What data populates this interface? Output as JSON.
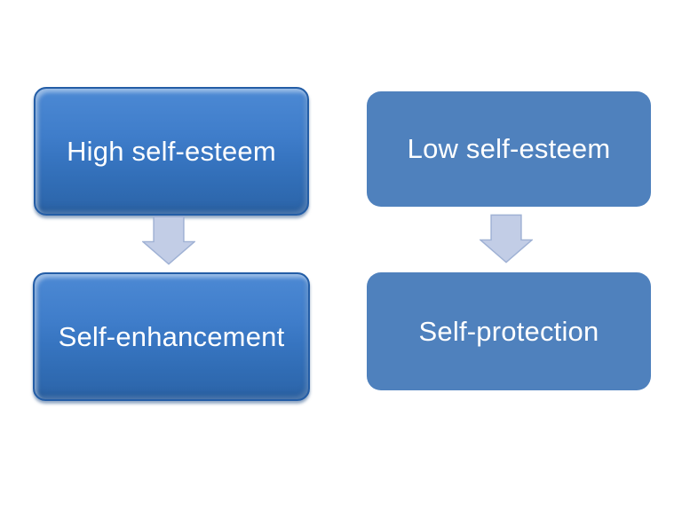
{
  "diagram": {
    "type": "flow",
    "columns": [
      {
        "name": "high-self-esteem-path",
        "top": {
          "label": "High self-esteem",
          "style": "glossy"
        },
        "arrow": {
          "direction": "down"
        },
        "bottom": {
          "label": "Self-enhancement",
          "style": "glossy"
        }
      },
      {
        "name": "low-self-esteem-path",
        "top": {
          "label": "Low self-esteem",
          "style": "flat"
        },
        "arrow": {
          "direction": "down"
        },
        "bottom": {
          "label": "Self-protection",
          "style": "flat"
        }
      }
    ],
    "colors": {
      "background": "#ffffff",
      "glossy_gradient_top": "#4c89d4",
      "glossy_gradient_bottom": "#2c64a8",
      "glossy_border": "#235da6",
      "flat_fill": "#4f81bd",
      "arrow_fill": "#c2cde6",
      "arrow_border": "#9fb1d4",
      "text": "#ffffff"
    }
  }
}
